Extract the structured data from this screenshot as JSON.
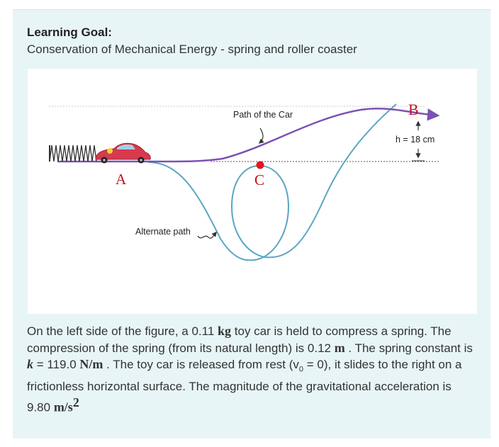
{
  "header": {
    "title": "Learning Goal:",
    "subtitle": "Conservation of Mechanical Energy - spring and roller coaster"
  },
  "figure": {
    "label_path": "Path of the Car",
    "label_alternate": "Alternate path",
    "label_height": "h = 18 cm",
    "point_a": "A",
    "point_b": "B",
    "point_c": "C",
    "colors": {
      "main_path": "#7b52b3",
      "alternate_path": "#5aa5c4",
      "car": "#d63a4e",
      "points": "#c0141f",
      "spring": "#333333"
    }
  },
  "problem": {
    "p1": "On the left side of the figure,  a 0.11 ",
    "unit_kg": "kg",
    "p2": " toy car is held to compress a spring. The compression of the spring (from its natural length) is 0.12 ",
    "unit_m": "m",
    "p3": " . The spring constant is ",
    "var_k": "k",
    "p4": " = 119.0 ",
    "unit_nm": "N/m",
    "p5": " . The toy car is released from rest (v",
    "sub_0": "0",
    "p6": " = 0), it slides to the right on a frictionless horizontal surface. The magnitude of the gravitational acceleration is 9.80 ",
    "unit_ms": "m/s",
    "sup_2": "2"
  }
}
